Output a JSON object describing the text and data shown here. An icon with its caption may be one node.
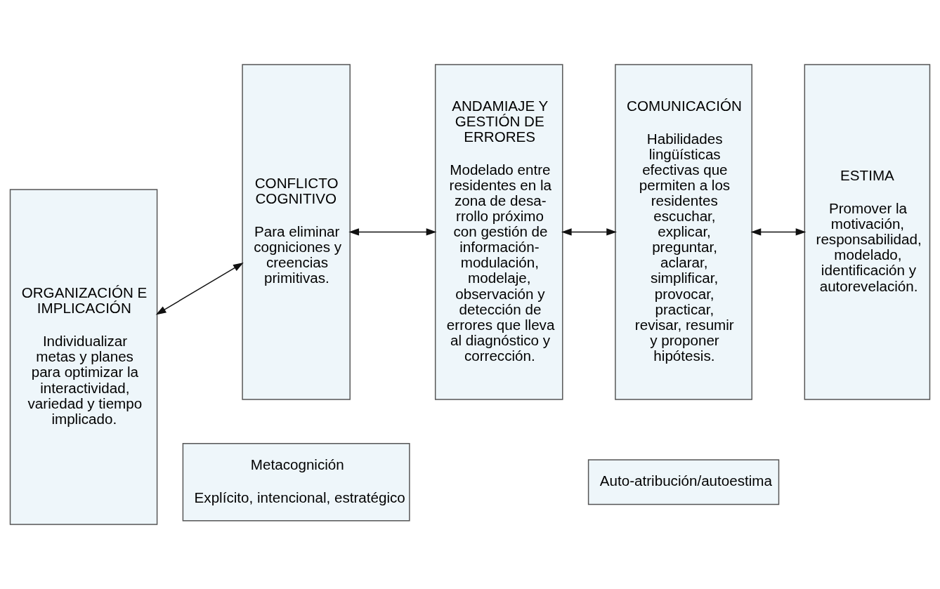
{
  "diagram": {
    "nodes": [
      {
        "text": [
          "ORGANIZACIÓN E IMPLICACIÓN",
          "Individualizar metas y planes para optimizar la interactividad, variedad y tiempo implicado."
        ]
      },
      {
        "text": [
          "CONFLICTO COGNITIVO",
          "Para eliminar cogniciones y creencias primitivas."
        ]
      },
      {
        "text": [
          "ANDAMIAJE Y GESTIÓN DE ERRORES",
          "Modelado entre residentes en la zona de desa- rrollo próximo con gestión de información- modulación, modelaje, observación y detección de errores que lleva al diagnóstico y corrección."
        ]
      },
      {
        "text": [
          "COMUNICACIÓN",
          "Habilidades lingüísticas efectivas que permiten a los residentes escuchar, explicar, preguntar, aclarar, simplificar, provocar, practicar, revisar, resumir y proponer hipótesis."
        ]
      },
      {
        "text": [
          "ESTIMA",
          "Promover la motivación, responsabilidad, modelado, identificación y autorevelación."
        ]
      },
      {
        "text": [
          "Metacognición",
          "Explícito, intencional, estratégico"
        ]
      },
      {
        "text": [
          "Auto-atribución/autoestima"
        ]
      }
    ],
    "edges": [
      {
        "from": 0,
        "to": 1,
        "arrow": "both"
      },
      {
        "from": 1,
        "to": 2,
        "arrow": "both"
      },
      {
        "from": 2,
        "to": 3,
        "arrow": "both"
      },
      {
        "from": 3,
        "to": 4,
        "arrow": "both"
      }
    ]
  }
}
